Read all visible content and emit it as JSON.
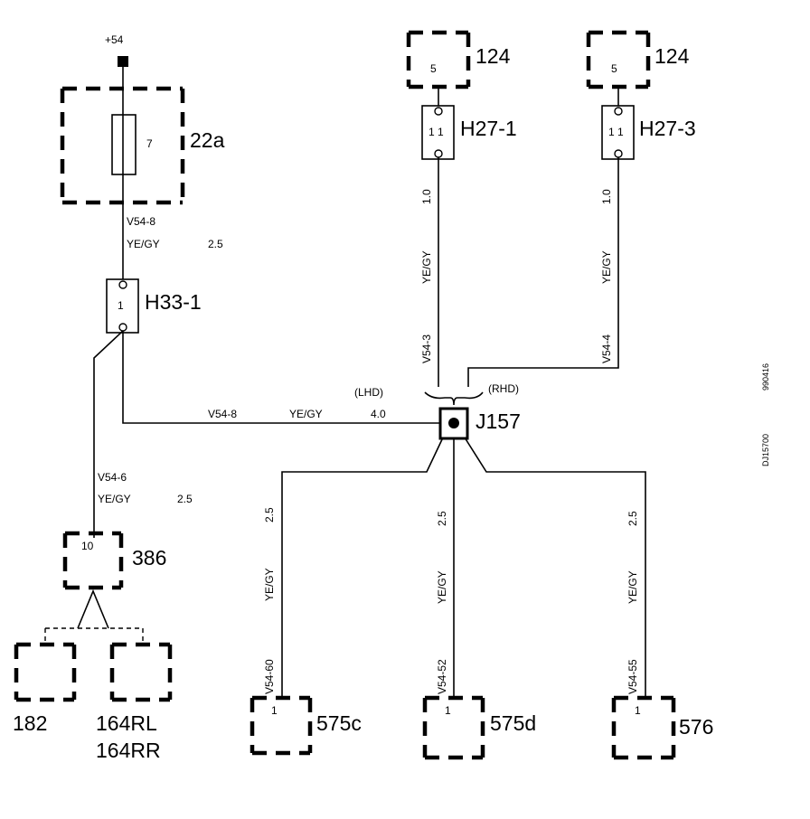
{
  "supply": {
    "label": "+54"
  },
  "fuse": {
    "id": "22a",
    "pin": "7"
  },
  "connectors": {
    "h33_1": {
      "id": "H33-1",
      "pin": "1"
    },
    "h27_1": {
      "id": "H27-1",
      "pins": "1 1"
    },
    "h27_3": {
      "id": "H27-3",
      "pins": "1 1"
    },
    "j157": {
      "id": "J157"
    }
  },
  "components": {
    "c124a": {
      "id": "124",
      "pin": "5"
    },
    "c124b": {
      "id": "124",
      "pin": "5"
    },
    "c386": {
      "id": "386",
      "pin": "10"
    },
    "c182": {
      "id": "182"
    },
    "c164": {
      "id_line1": "164RL",
      "id_line2": "164RR"
    },
    "c575c": {
      "id": "575c",
      "pin": "1"
    },
    "c575d": {
      "id": "575d",
      "pin": "1"
    },
    "c576": {
      "id": "576",
      "pin": "1"
    }
  },
  "wires": {
    "w_fuse": {
      "circuit": "V54-8",
      "color": "YE/GY",
      "size": "2.5"
    },
    "w_main": {
      "circuit": "V54-8",
      "color": "YE/GY",
      "size": "4.0"
    },
    "w_386": {
      "circuit": "V54-6",
      "color": "YE/GY",
      "size": "2.5"
    },
    "w_h27_1": {
      "size": "1.0",
      "color": "YE/GY",
      "circuit": "V54-3"
    },
    "w_h27_3": {
      "size": "1.0",
      "color": "YE/GY",
      "circuit": "V54-4"
    },
    "w_575c": {
      "size": "2.5",
      "color": "YE/GY",
      "circuit": "V54-60"
    },
    "w_575d": {
      "size": "2.5",
      "color": "YE/GY",
      "circuit": "V54-52"
    },
    "w_576": {
      "size": "2.5",
      "color": "YE/GY",
      "circuit": "V54-55"
    }
  },
  "variants": {
    "lhd": "(LHD)",
    "rhd": "(RHD)"
  },
  "margin_codes": {
    "date": "990416",
    "ref": "DJ15700"
  }
}
